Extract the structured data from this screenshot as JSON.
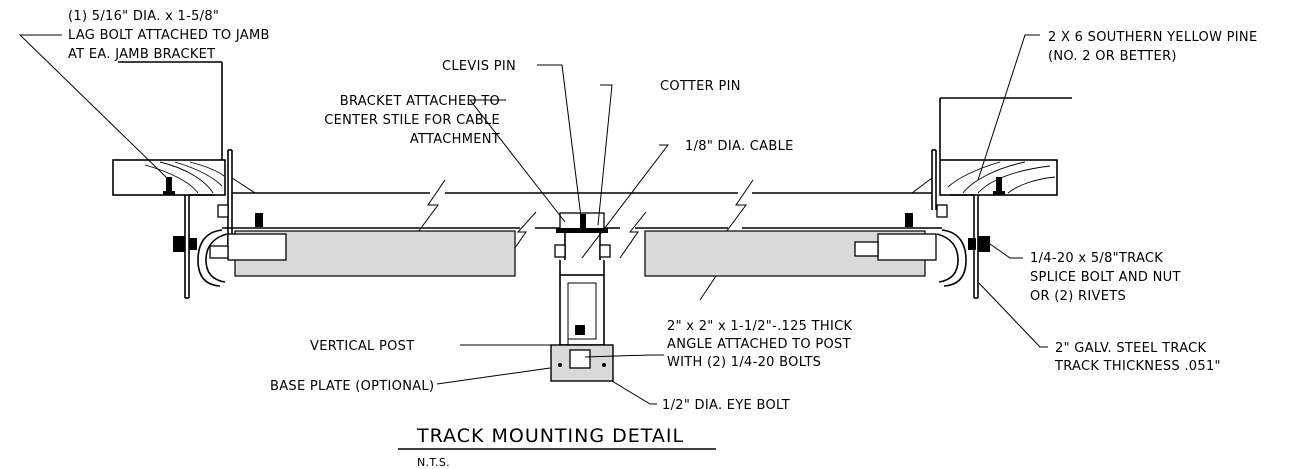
{
  "title": "TRACK MOUNTING DETAIL",
  "scale_note": "N.T.S.",
  "callouts": {
    "lag_bolt": [
      "(1) 5/16\" DIA. x 1-5/8\"",
      "LAG BOLT ATTACHED TO JAMB",
      "AT EA. JAMB BRACKET"
    ],
    "pine": [
      "2 X 6 SOUTHERN YELLOW PINE",
      "(NO. 2 OR BETTER)"
    ],
    "clevis_pin": [
      "CLEVIS PIN"
    ],
    "cotter_pin": [
      "COTTER PIN"
    ],
    "bracket": [
      "BRACKET ATTACHED TO",
      "CENTER STILE FOR CABLE",
      "ATTACHMENT"
    ],
    "cable": [
      "1/8\" DIA. CABLE"
    ],
    "splice_bolt": [
      "1/4-20 x 5/8\"TRACK",
      "SPLICE BOLT AND NUT",
      "OR (2) RIVETS"
    ],
    "vertical_post": [
      "VERTICAL POST"
    ],
    "angle": [
      "2\" x 2\" x 1-1/2\"-.125 THICK",
      "ANGLE ATTACHED TO POST",
      "WITH (2) 1/4-20 BOLTS"
    ],
    "galv_track": [
      "2\" GALV. STEEL TRACK",
      "TRACK THICKNESS .051\""
    ],
    "base_plate": [
      "BASE PLATE (OPTIONAL)"
    ],
    "eye_bolt": [
      "1/2\" DIA. EYE BOLT"
    ]
  }
}
